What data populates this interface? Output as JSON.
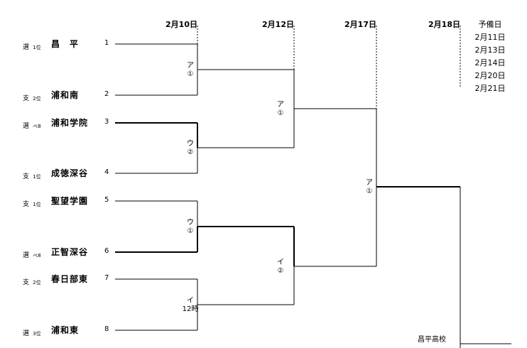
{
  "dates": [
    "2月10日",
    "2月12日",
    "2月17日",
    "2月18日"
  ],
  "spare": {
    "title": "予備日",
    "dates": [
      "2月11日",
      "2月13日",
      "2月14日",
      "2月20日",
      "2月21日"
    ]
  },
  "teams": [
    {
      "kind": "選",
      "rank": "1位",
      "name": "昌　平",
      "seed": "1"
    },
    {
      "kind": "支",
      "rank": "2位",
      "name": "浦和南",
      "seed": "2"
    },
    {
      "kind": "選",
      "rank": "ベ8",
      "name": "浦和学院",
      "seed": "3"
    },
    {
      "kind": "支",
      "rank": "1位",
      "name": "成徳深谷",
      "seed": "4"
    },
    {
      "kind": "支",
      "rank": "1位",
      "name": "聖望学園",
      "seed": "5"
    },
    {
      "kind": "選",
      "rank": "ベ8",
      "name": "正智深谷",
      "seed": "6"
    },
    {
      "kind": "支",
      "rank": "2位",
      "name": "春日部東",
      "seed": "7"
    },
    {
      "kind": "選",
      "rank": "3位",
      "name": "浦和東",
      "seed": "8"
    }
  ],
  "matches": {
    "r1_m1": {
      "court": "ア",
      "order": "①"
    },
    "r1_m2": {
      "court": "ウ",
      "order": "②"
    },
    "r1_m3": {
      "court": "ウ",
      "order": "①"
    },
    "r1_m4": {
      "court": "イ",
      "order": "12時"
    },
    "r2_m1": {
      "court": "ア",
      "order": "①"
    },
    "r2_m2": {
      "court": "イ",
      "order": "②"
    },
    "sf": {
      "court": "ア",
      "order": "①"
    }
  },
  "venue": "昌平高校"
}
